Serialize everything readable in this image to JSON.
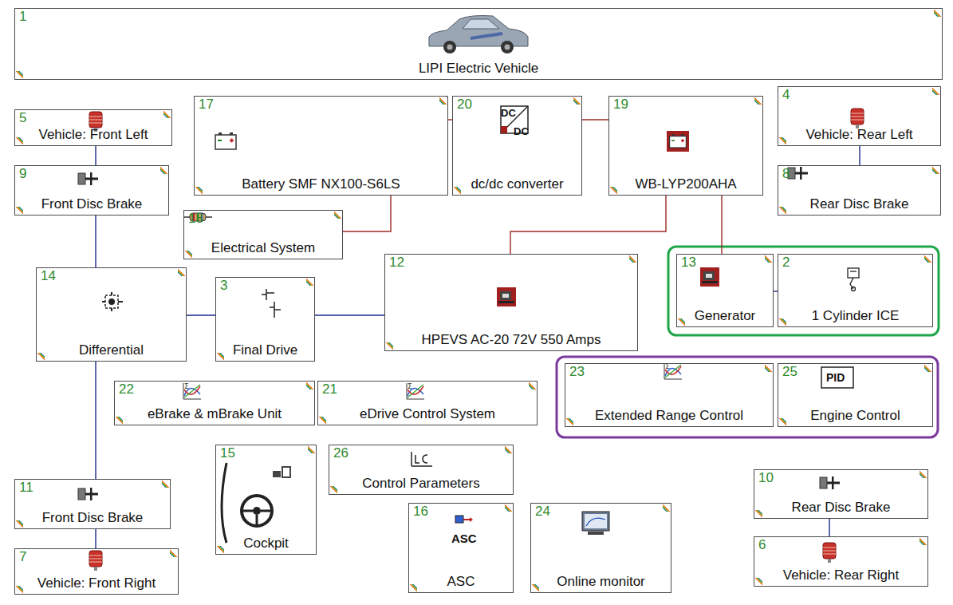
{
  "diagram": {
    "nodes": [
      {
        "text": [
          "1",
          "LIPI Electric Vehicle"
        ]
      },
      {
        "text": [
          "5",
          "Vehicle: Front Left"
        ]
      },
      {
        "text": [
          "17",
          "Battery SMF NX100-S6LS"
        ]
      },
      {
        "text": [
          "20",
          "dc/dc converter"
        ]
      },
      {
        "text": [
          "19",
          "WB-LYP200AHA"
        ]
      },
      {
        "text": [
          "4",
          "Vehicle: Rear Left"
        ]
      },
      {
        "text": [
          "9",
          "Front Disc Brake"
        ]
      },
      {
        "text": [
          "8",
          "Rear Disc Brake"
        ]
      },
      {
        "text": [
          "18",
          "Electrical System"
        ]
      },
      {
        "text": [
          "14",
          "Differential"
        ]
      },
      {
        "text": [
          "3",
          "Final Drive"
        ]
      },
      {
        "text": [
          "12",
          "HPEVS AC-20 72V 550 Amps"
        ]
      },
      {
        "text": [
          "13",
          "Generator"
        ]
      },
      {
        "text": [
          "2",
          "1 Cylinder ICE"
        ]
      },
      {
        "text": [
          "22",
          "eBrake & mBrake Unit"
        ]
      },
      {
        "text": [
          "21",
          "eDrive Control System"
        ]
      },
      {
        "text": [
          "23",
          "Extended Range Control"
        ]
      },
      {
        "text": [
          "25",
          "Engine Control"
        ]
      },
      {
        "text": [
          "15",
          "Cockpit"
        ]
      },
      {
        "text": [
          "26",
          "Control Parameters"
        ]
      },
      {
        "text": [
          "16",
          "ASC"
        ]
      },
      {
        "text": [
          "24",
          "Online monitor"
        ]
      },
      {
        "text": [
          "11",
          "Front Disc Brake"
        ]
      },
      {
        "text": [
          "10",
          "Rear Disc Brake"
        ]
      },
      {
        "text": [
          "7",
          "Vehicle: Front Right"
        ]
      },
      {
        "text": [
          "6",
          "Vehicle: Rear Right"
        ]
      }
    ],
    "edges": [
      {
        "from": 1,
        "to": 6,
        "arrow": "none"
      },
      {
        "from": 6,
        "to": 9,
        "arrow": "none"
      },
      {
        "from": 10,
        "to": 9,
        "arrow": "none"
      },
      {
        "from": 11,
        "to": 10,
        "arrow": "none"
      },
      {
        "from": 9,
        "to": 22,
        "arrow": "none"
      },
      {
        "from": 22,
        "to": 24,
        "arrow": "none"
      },
      {
        "from": 5,
        "to": 7,
        "arrow": "none"
      },
      {
        "from": 23,
        "to": 25,
        "arrow": "none"
      },
      {
        "from": 2,
        "to": 3,
        "arrow": "none"
      },
      {
        "from": 3,
        "to": 4,
        "arrow": "none"
      },
      {
        "from": 2,
        "to": 8,
        "arrow": "none"
      },
      {
        "from": 4,
        "to": 11,
        "arrow": "none"
      },
      {
        "from": 4,
        "to": 12,
        "arrow": "none"
      },
      {
        "from": 12,
        "to": 13,
        "arrow": "none"
      }
    ],
    "labels": [
      "DC",
      "DC",
      "PID",
      "ASC"
    ]
  }
}
